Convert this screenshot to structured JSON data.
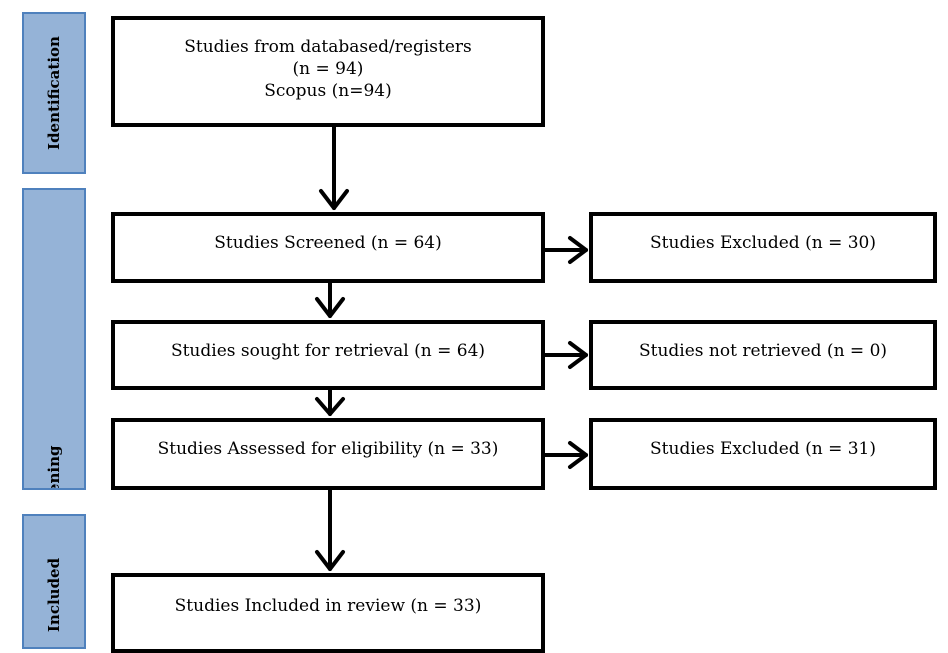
{
  "phases": {
    "identification": "Identification",
    "screening": "Screening",
    "included": "Included"
  },
  "boxes": {
    "records_identified": {
      "line1": "Studies from databased/registers",
      "line2": "(n = 94)",
      "line3": "Scopus (n=94)"
    },
    "screened": "Studies Screened (n = 64)",
    "excluded_screening": "Studies Excluded (n = 30)",
    "sought_retrieval": "Studies sought for retrieval (n = 64)",
    "not_retrieved": "Studies not retrieved (n = 0)",
    "assessed_eligibility": "Studies Assessed for eligibility (n = 33)",
    "excluded_eligibility": "Studies Excluded (n = 31)",
    "included_review": "Studies Included in review (n = 33)"
  }
}
